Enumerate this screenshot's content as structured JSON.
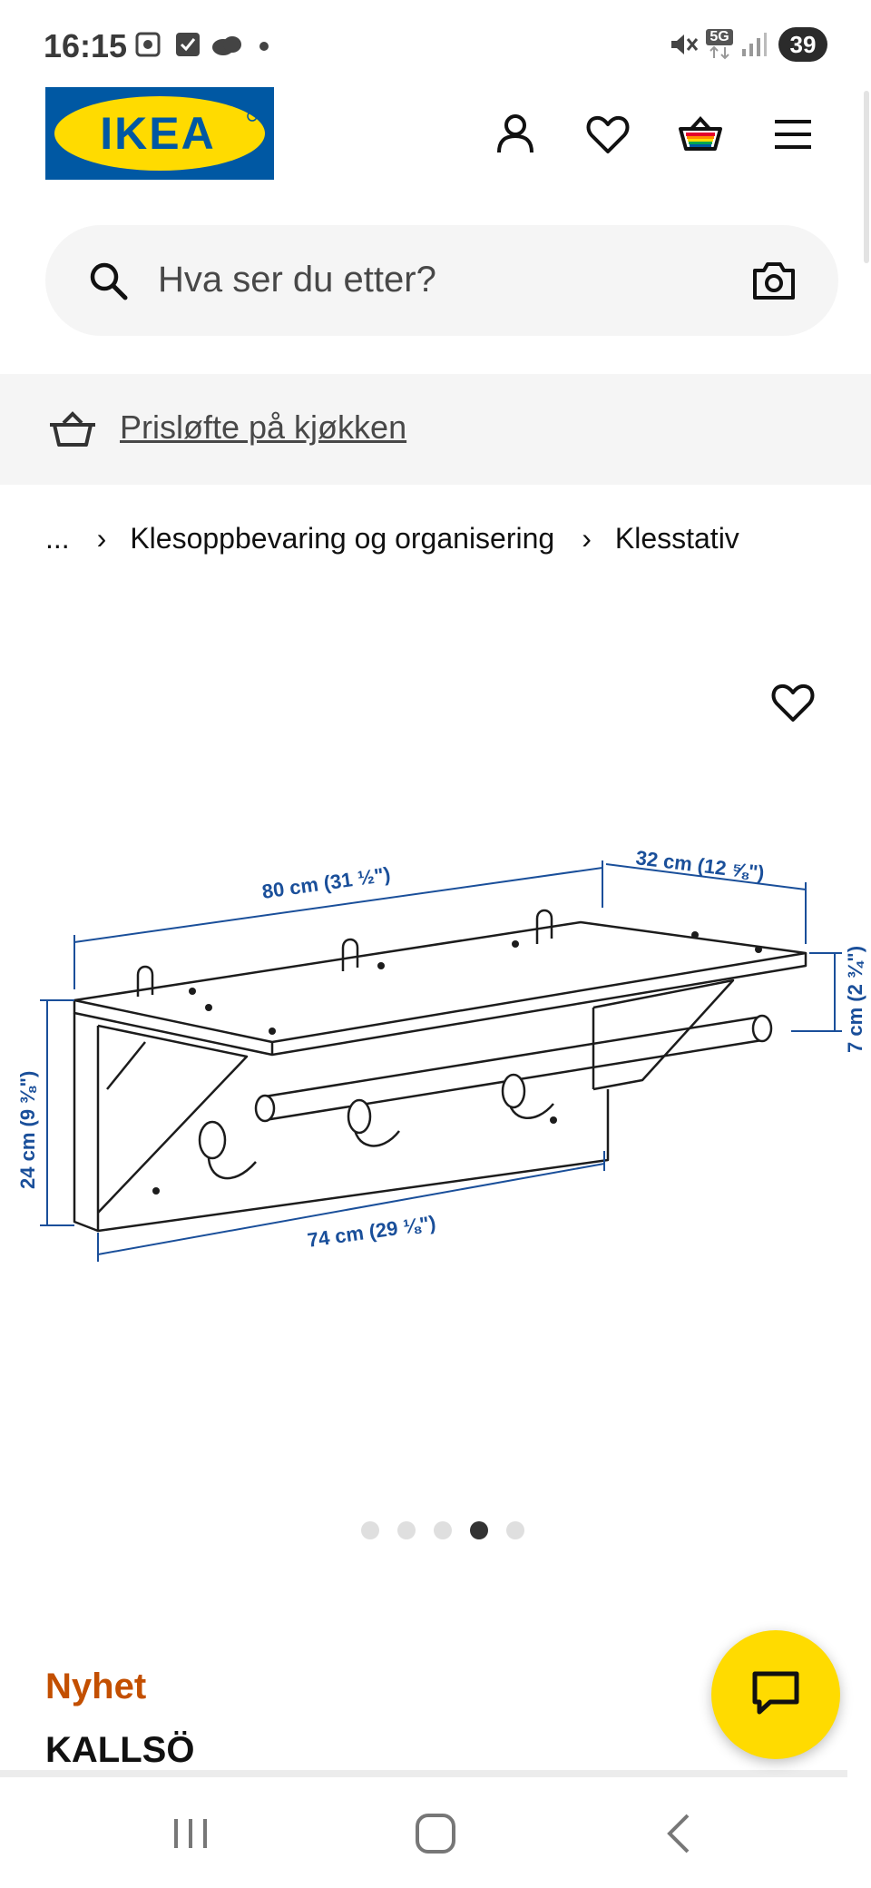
{
  "status_bar": {
    "time": "16:15",
    "battery": "39",
    "network": "5G",
    "icons": [
      "screenshot-icon",
      "checkbox-icon",
      "cloud-icon",
      "dot-icon",
      "mute-icon",
      "network-5g-icon",
      "signal-icon"
    ]
  },
  "header": {
    "logo_text": "IKEA",
    "icons": [
      "profile-icon",
      "heart-icon",
      "basket-icon",
      "menu-icon"
    ]
  },
  "search": {
    "placeholder": "Hva ser du etter?"
  },
  "promo": {
    "text": "Prisløfte på kjøkken"
  },
  "breadcrumb": {
    "items": [
      "...",
      "Klesoppbevaring og organisering",
      "Klesstativ"
    ]
  },
  "product_image": {
    "dimensions": {
      "width_top": "80 cm (31 ½\")",
      "depth": "32 cm (12 ⅝\")",
      "height_left": "24 cm (9 ⅜\")",
      "height_right": "7 cm (2 ¾\")",
      "width_bottom": "74 cm (29 ⅛\")"
    }
  },
  "carousel": {
    "count": 5,
    "active_index": 3
  },
  "product": {
    "badge": "Nyhet",
    "name": "KALLSÖ"
  },
  "colors": {
    "ikea_blue": "#0058a3",
    "ikea_yellow": "#ffdb00",
    "badge_orange": "#c34f00",
    "dimension_blue": "#1a4f9a"
  }
}
